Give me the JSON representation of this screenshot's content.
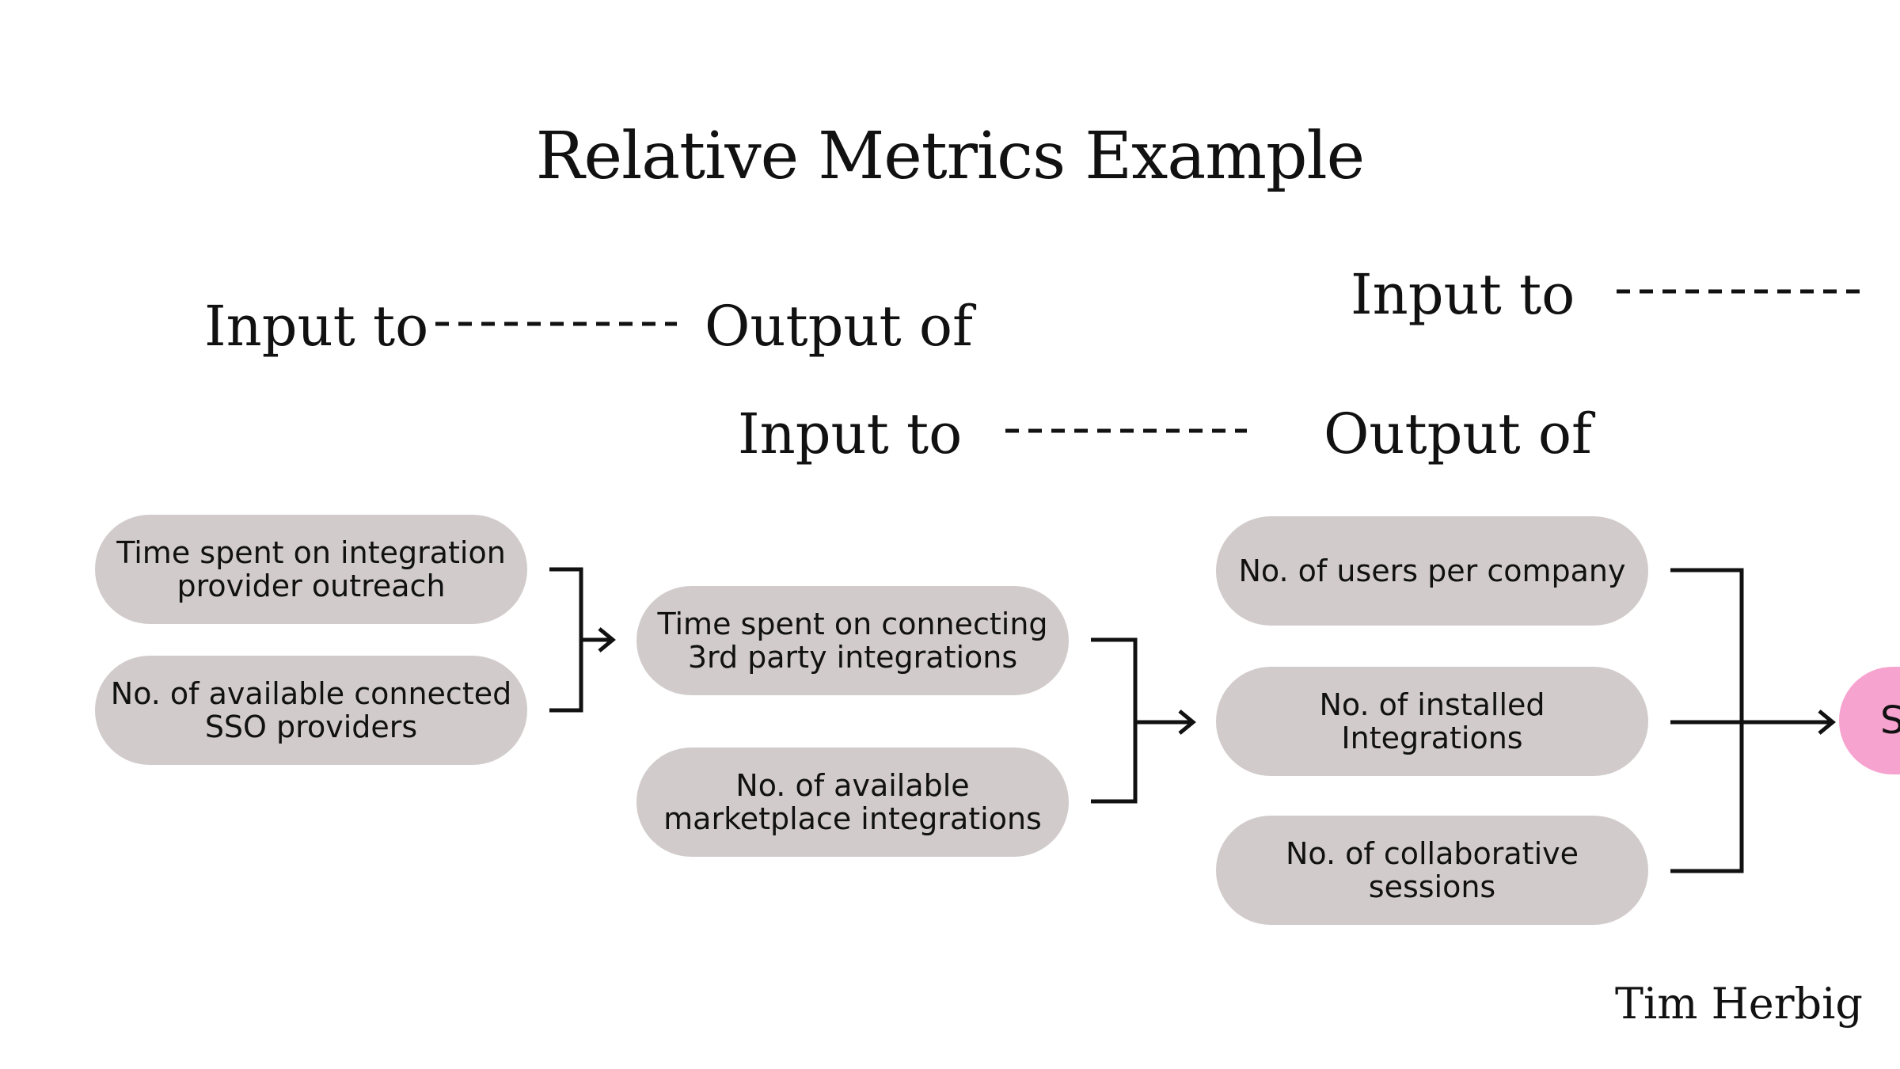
{
  "title": "Relative Metrics Example",
  "labels": {
    "input_to_1": "Input to",
    "output_of_1": "Output of",
    "input_to_2": "Input to",
    "output_of_2": "Output of",
    "input_to_3": "Input to"
  },
  "nodes": {
    "time_outreach": [
      "Time spent on integration",
      "provider outreach"
    ],
    "sso_providers": [
      "No. of available connected",
      "SSO providers"
    ],
    "time_connecting": [
      "Time spent on connecting",
      "3rd party integrations"
    ],
    "marketplace": [
      "No. of available",
      "marketplace integrations"
    ],
    "users_per_company": [
      "No. of users per company"
    ],
    "installed_integrations": [
      "No. of installed",
      "Integrations"
    ],
    "collab_sessions": [
      "No. of collaborative",
      "sessions"
    ],
    "terminal": "S"
  },
  "signature": "Tim Herbig",
  "colors": {
    "node_fill": "#d2cbcb",
    "terminal_fill": "#f7a3cf",
    "line": "#111111",
    "background": "#ffffff"
  }
}
